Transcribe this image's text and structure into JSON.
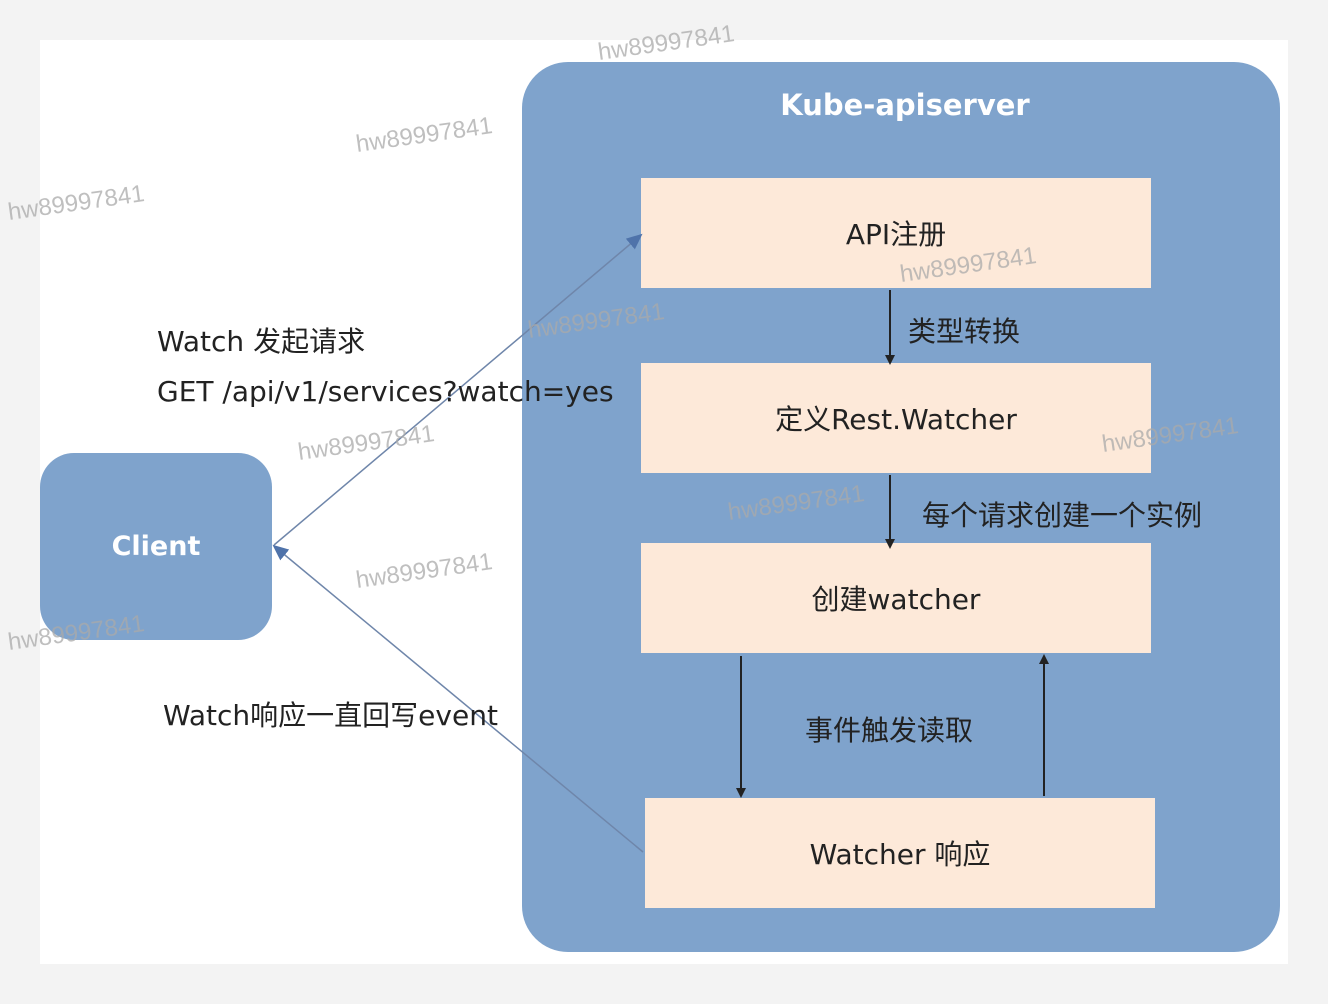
{
  "server": {
    "title": "Kube-apiserver"
  },
  "boxes": {
    "api_register": "API注册",
    "define_watcher": "定义Rest.Watcher",
    "create_watcher": "创建watcher",
    "watcher_response": "Watcher 响应"
  },
  "arrow_labels": {
    "type_convert": "类型转换",
    "instance_per_request": "每个请求创建一个实例",
    "event_read": "事件触发读取"
  },
  "client": {
    "label": "Client"
  },
  "request": {
    "title": "Watch 发起请求",
    "url": "GET /api/v1/services?watch=yes"
  },
  "response": {
    "label": "Watch响应一直回写event"
  },
  "watermark": "hw89997841",
  "colors": {
    "container": "#7fa3cc",
    "box": "#fde9d9",
    "arrow": "#5577aa"
  }
}
